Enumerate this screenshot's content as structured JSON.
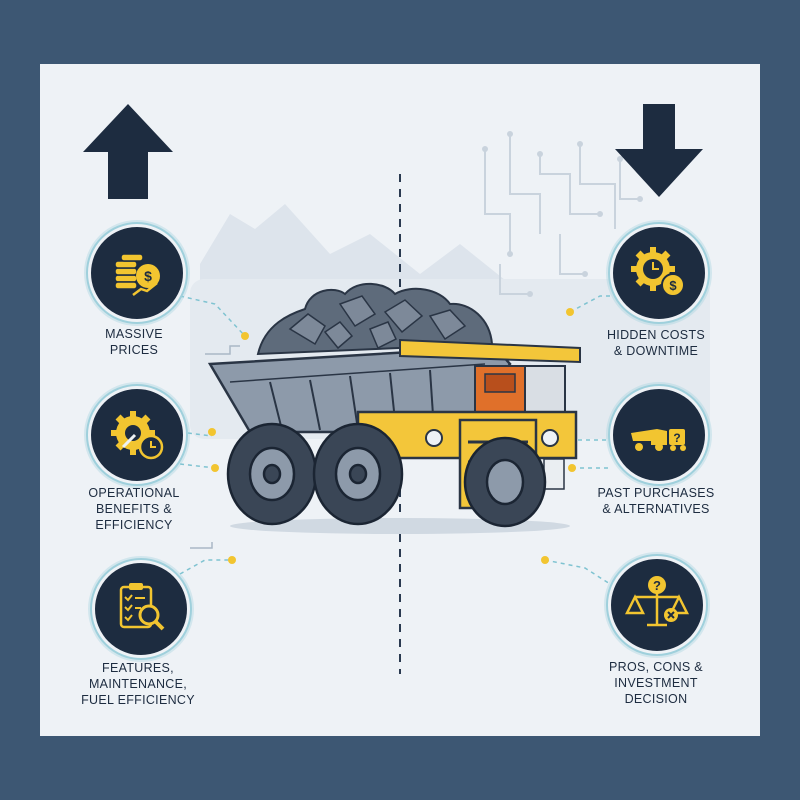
{
  "left_column": {
    "direction": "up",
    "items": [
      {
        "label": "MASSIVE\nPRICES",
        "icon": "coins-dollar-icon"
      },
      {
        "label": "OPERATIONAL\nBENEFITS &\nEFFICIENCY",
        "icon": "gear-wrench-clock-icon"
      },
      {
        "label": "FEATURES,\nMAINTENANCE,\nFUEL EFFICIENCY",
        "icon": "clipboard-magnifier-icon"
      }
    ]
  },
  "right_column": {
    "direction": "down",
    "items": [
      {
        "label": "HIDDEN COSTS\n& DOWNTIME",
        "icon": "gear-clock-dollar-icon"
      },
      {
        "label": "PAST PURCHASES\n& ALTERNATIVES",
        "icon": "dump-trucks-question-icon"
      },
      {
        "label": "PROS, CONS &\nINVESTMENT\nDECISION",
        "icon": "balance-scale-question-icon"
      }
    ]
  },
  "colors": {
    "frame": "#3d5773",
    "panel": "#eef2f6",
    "navy": "#1d2c40",
    "accent_yellow": "#f2c530",
    "ring_teal": "#9fd0dc",
    "truck_yellow": "#f3c63a",
    "cab_orange": "#e0702a"
  }
}
